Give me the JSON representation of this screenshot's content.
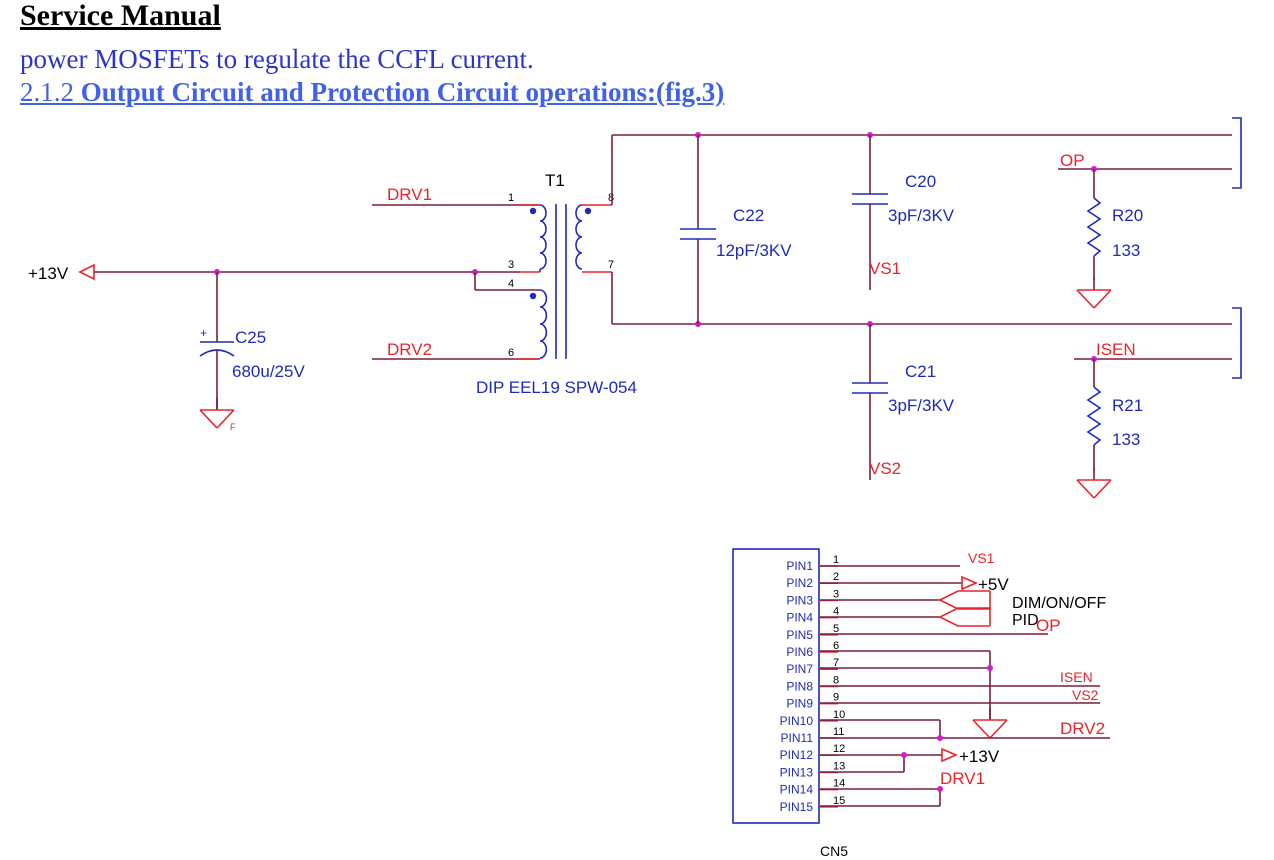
{
  "header": {
    "title": "Service Manual",
    "intro": "power MOSFETs to regulate the CCFL current.",
    "section_number": "2.1.2",
    "section_title": "Output Circuit and Protection Circuit operations:(fig.3)"
  },
  "schematic": {
    "supply": "+13V",
    "transformer": {
      "ref": "T1",
      "part": "DIP EEL19 SPW-054",
      "pins": [
        "1",
        "3",
        "4",
        "6",
        "8",
        "7"
      ]
    },
    "nets": {
      "drv1": "DRV1",
      "drv2": "DRV2",
      "op": "OP",
      "isen": "ISEN",
      "vs1": "VS1",
      "vs2": "VS2",
      "p5v": "+5V",
      "p13v": "+13V"
    },
    "c25": {
      "ref": "C25",
      "value": "680u/25V",
      "polarity": "+"
    },
    "c22": {
      "ref": "C22",
      "value": "12pF/3KV"
    },
    "c20": {
      "ref": "C20",
      "value": "3pF/3KV"
    },
    "c21": {
      "ref": "C21",
      "value": "3pF/3KV"
    },
    "r20": {
      "ref": "R20",
      "value": "133"
    },
    "r21": {
      "ref": "R21",
      "value": "133"
    },
    "ground_mark": "F"
  },
  "connector": {
    "ref": "CN5",
    "pin_labels": [
      "PIN1",
      "PIN2",
      "PIN3",
      "PIN4",
      "PIN5",
      "PIN6",
      "PIN7",
      "PIN8",
      "PIN9",
      "PIN10",
      "PIN11",
      "PIN12",
      "PIN13",
      "PIN14",
      "PIN15"
    ],
    "pin_numbers": [
      "1",
      "2",
      "3",
      "4",
      "5",
      "6",
      "7",
      "8",
      "9",
      "10",
      "11",
      "12",
      "13",
      "14",
      "15"
    ],
    "dim_label": "DIM/ON/OFF",
    "pid_label": "PID"
  }
}
